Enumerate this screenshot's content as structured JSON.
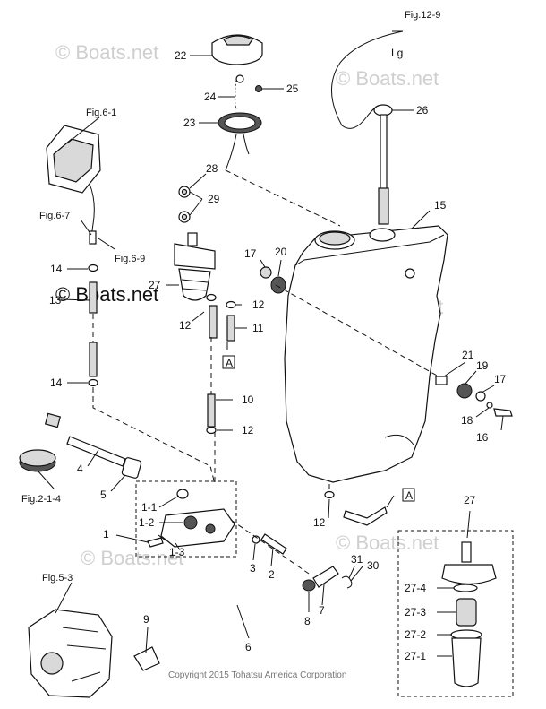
{
  "callouts": {
    "c22": "22",
    "c25": "25",
    "c24": "24",
    "c23": "23",
    "c26": "26",
    "c28": "28",
    "c29": "29",
    "c15": "15",
    "c17a": "17",
    "c20": "20",
    "c27": "27",
    "c12a": "12",
    "c12b": "12",
    "c11": "11",
    "c13": "13",
    "c14a": "14",
    "c14b": "14",
    "c10": "10",
    "c12c": "12",
    "c21": "21",
    "c19": "19",
    "c17b": "17",
    "c18": "18",
    "c16": "16",
    "c4": "4",
    "c5": "5",
    "c1": "1",
    "c1_1": "1-1",
    "c1_2": "1-2",
    "c1_3": "1-3",
    "c3": "3",
    "c2": "2",
    "c12d": "12",
    "c31": "31",
    "c30": "30",
    "c8": "8",
    "c7": "7",
    "c9": "9",
    "c6": "6",
    "c27b": "27",
    "c27_4": "27-4",
    "c27_3": "27-3",
    "c27_2": "27-2",
    "c27_1": "27-1",
    "markA1": "A",
    "markA2": "A",
    "lg": "Lg"
  },
  "refs": {
    "fig12_9": "Fig.12-9",
    "fig6_1": "Fig.6-1",
    "fig6_7": "Fig.6-7",
    "fig6_9": "Fig.6-9",
    "fig2_1_4": "Fig.2-1-4",
    "fig5_3": "Fig.5-3"
  },
  "watermark": "© Boats.net",
  "copyright": "Copyright 2015 Tohatsu America Corporation"
}
